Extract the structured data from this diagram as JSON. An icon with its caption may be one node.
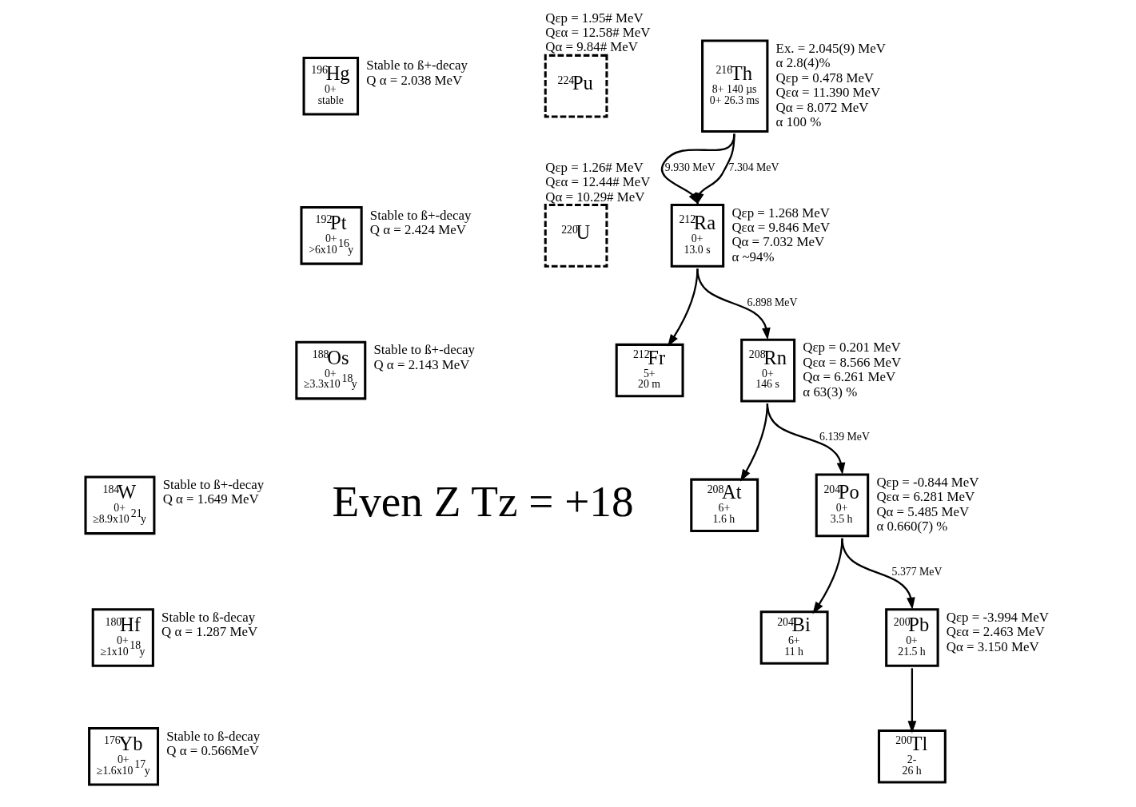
{
  "diagram": {
    "nodes": [
      {
        "text": [
          "$^{196}$Hg",
          "0+",
          "stable"
        ],
        "beside": [
          "Stable to ß+-decay",
          "Q α = 2.038 MeV"
        ]
      },
      {
        "text": [
          "$^{224}$Pu"
        ],
        "beside": [
          "Qεp = 1.95# MeV",
          "Qεα = 12.58# MeV",
          "Qα = 9.84# MeV"
        ]
      },
      {
        "text": [
          "$^{192}$Pt",
          "0+",
          ">6x10$^{16}$y"
        ],
        "beside": [
          "Stable to ß+-decay",
          "Q α = 2.424 MeV"
        ]
      },
      {
        "text": [
          "$^{220}$U"
        ],
        "beside": [
          "Qεp = 1.26# MeV",
          "Qεα = 12.44# MeV",
          "Qα = 10.29# MeV"
        ]
      },
      {
        "text": [
          "$^{216}$Th",
          "8+ 140 µs",
          "0+ 26.3 ms"
        ],
        "beside": [
          "Ex. = 2.045(9) MeV",
          "α 2.8(4)%",
          "Qεp = 0.478 MeV",
          "Qεα = 11.390 MeV",
          "Qα = 8.072 MeV",
          "α 100 %"
        ]
      },
      {
        "text": [
          "$^{188}$Os",
          "0+",
          "≥3.3x10$^{18}$y"
        ],
        "beside": [
          "Stable to ß+-decay",
          "Q α = 2.143 MeV"
        ]
      },
      {
        "text": [
          "$^{212}$Ra",
          "0+",
          "13.0 s"
        ],
        "beside": [
          "Qεp = 1.268 MeV",
          "Qεα = 9.846 MeV",
          "Qα = 7.032 MeV",
          "α ~94%"
        ]
      },
      {
        "text": [
          "$^{184}$W",
          "0+",
          "≥8.9x10$^{21}$y"
        ],
        "beside": [
          "Stable to ß+-decay",
          "Q α = 1.649 MeV"
        ]
      },
      {
        "text": [
          "$^{212}$Fr",
          "5+",
          "20 m"
        ]
      },
      {
        "text": [
          "$^{180}$Hf",
          "0+",
          "≥1x10$^{18}$y"
        ],
        "beside": [
          "Stable to ß-decay",
          "Q α = 1.287 MeV"
        ]
      },
      {
        "text": [
          "$^{208}$Rn",
          "0+",
          "146 s"
        ],
        "beside": [
          "Qεp = 0.201 MeV",
          "Qεα = 8.566 MeV",
          "Qα = 6.261 MeV",
          "α 63(3) %"
        ]
      },
      {
        "text": [
          "$^{208}$At",
          "6+",
          "1.6 h"
        ]
      },
      {
        "text": [
          "$^{176}$Yb",
          "0+",
          "≥1.6x10$^{17}$y"
        ],
        "beside": [
          "Stable to ß-decay",
          "Q α = 0.566MeV"
        ]
      },
      {
        "text": [
          "$^{204}$Po",
          "0+",
          "3.5 h"
        ],
        "beside": [
          "Qεp = -0.844 MeV",
          "Qεα = 6.281 MeV",
          "Qα = 5.485 MeV",
          "α 0.660(7) %"
        ]
      },
      {
        "text": [
          "$^{204}$Bi",
          "6+",
          "11 h"
        ]
      },
      {
        "text": [
          "$^{200}$Pb",
          "0+",
          "21.5 h"
        ],
        "beside": [
          "Qεp = -3.994 MeV",
          "Qεα = 2.463 MeV",
          "Qα = 3.150 MeV"
        ]
      },
      {
        "text": [
          "$^{200}$Tl",
          "2-",
          "26 h"
        ]
      }
    ],
    "edges": [
      {
        "from": 4,
        "to": 6,
        "arrow": "to",
        "label": "9.930 MeV"
      },
      {
        "from": 4,
        "to": 6,
        "arrow": "to",
        "label": "7.304 MeV"
      },
      {
        "from": 6,
        "to": 8,
        "arrow": "to"
      },
      {
        "from": 6,
        "to": 10,
        "arrow": "to",
        "label": "6.898 MeV"
      },
      {
        "from": 10,
        "to": 11,
        "arrow": "to"
      },
      {
        "from": 10,
        "to": 13,
        "arrow": "to",
        "label": "6.139 MeV"
      },
      {
        "from": 13,
        "to": 14,
        "arrow": "to"
      },
      {
        "from": 13,
        "to": 15,
        "arrow": "to",
        "label": "5.377 MeV"
      },
      {
        "from": 15,
        "to": 16,
        "arrow": "to"
      }
    ],
    "labels": [
      "Even Z Tz = +18"
    ]
  }
}
